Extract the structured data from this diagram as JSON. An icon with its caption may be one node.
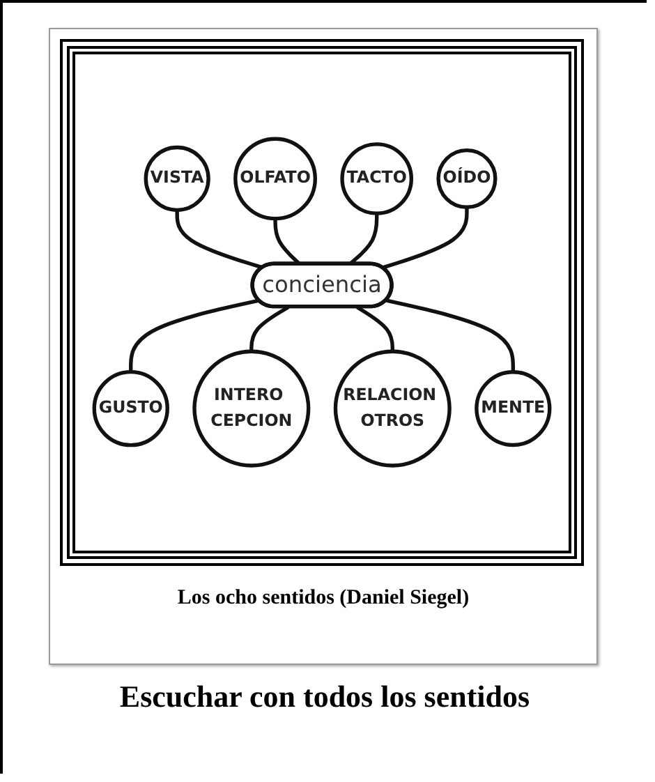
{
  "diagram": {
    "title": "Escuchar con todos los sentidos",
    "caption": "Los ocho sentidos (Daniel Siegel)",
    "nodes": [
      {
        "text": [
          "VISTA"
        ]
      },
      {
        "text": [
          "OLFATO"
        ]
      },
      {
        "text": [
          "TACTO"
        ]
      },
      {
        "text": [
          "OÍDO"
        ]
      },
      {
        "text": [
          "conciencia"
        ]
      },
      {
        "text": [
          "GUSTO"
        ]
      },
      {
        "text": [
          "INTERO CEPCION"
        ]
      },
      {
        "text": [
          "RELACION OTROS"
        ]
      },
      {
        "text": [
          "MENTE"
        ]
      }
    ],
    "edges": [
      {
        "from": 0,
        "to": 4,
        "arrow": "none"
      },
      {
        "from": 1,
        "to": 4,
        "arrow": "none"
      },
      {
        "from": 2,
        "to": 4,
        "arrow": "none"
      },
      {
        "from": 3,
        "to": 4,
        "arrow": "none"
      },
      {
        "from": 4,
        "to": 5,
        "arrow": "none"
      },
      {
        "from": 4,
        "to": 6,
        "arrow": "none"
      },
      {
        "from": 4,
        "to": 7,
        "arrow": "none"
      },
      {
        "from": 4,
        "to": 8,
        "arrow": "none"
      }
    ]
  }
}
